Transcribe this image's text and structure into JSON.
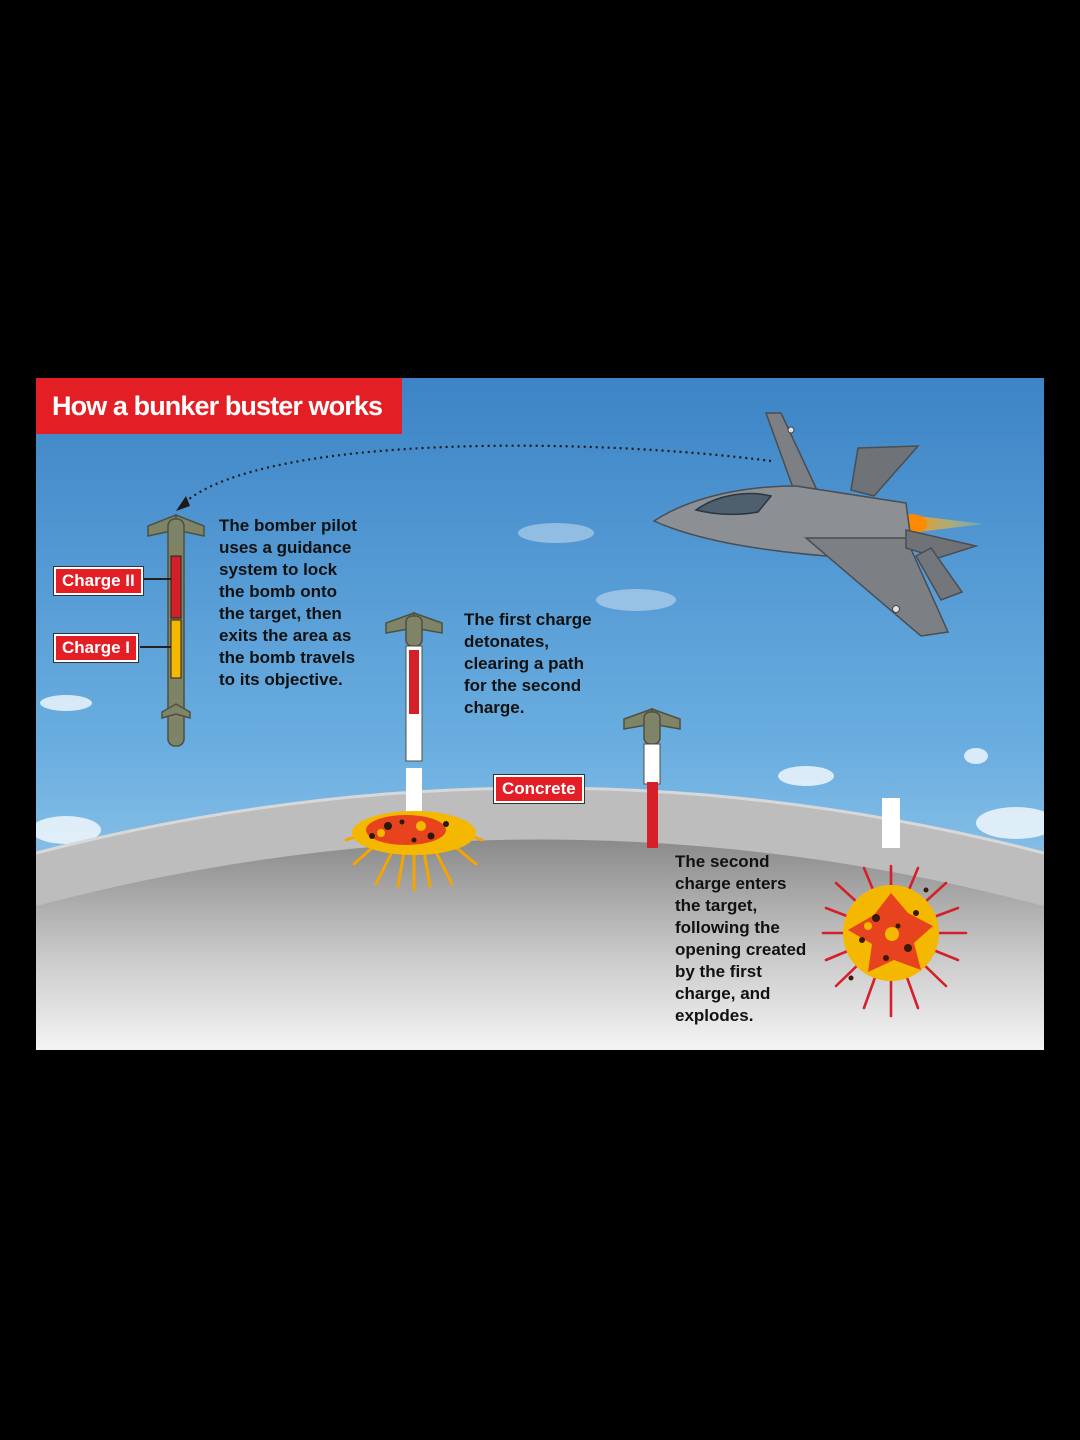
{
  "title": "How a bunker buster works",
  "labels": {
    "charge_two": "Charge II",
    "charge_one": "Charge I",
    "concrete": "Concrete"
  },
  "steps": [
    {
      "caption": "The bomber pilot\nuses a guidance\nsystem to lock\nthe bomb onto\nthe target, then\nexits the area as\nthe bomb travels\nto its objective."
    },
    {
      "caption": "The first charge\ndetonates,\nclearing a path\nfor the second\ncharge."
    },
    {
      "caption": "The second\ncharge enters\nthe target,\nfollowing the\nopening created\nby the first\ncharge, and\nexplodes."
    }
  ],
  "colors": {
    "accent_red": "#e31e24",
    "charge_yellow": "#f5b800",
    "sky_top": "#3f88c9",
    "sky_bottom": "#a9d2ef",
    "concrete": "#b9b9b9",
    "ground_dark": "#8e8e8e",
    "bomb_body": "#7f8468"
  }
}
